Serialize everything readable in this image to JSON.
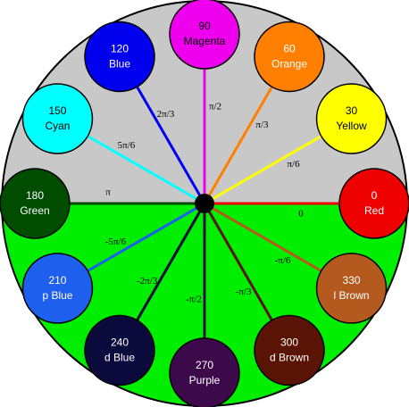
{
  "colors": {
    "upper_half": "#c8c8c8",
    "lower_half": "#00ee00",
    "outline": "#000000",
    "hub": "#000000"
  },
  "nodes": [
    {
      "key": "red",
      "number": "0",
      "name": "Red",
      "fill": "#ee0000",
      "text": "#ffffff",
      "ray": "#ee0000",
      "angle_label": "0"
    },
    {
      "key": "yellow",
      "number": "30",
      "name": "Yellow",
      "fill": "#ffff00",
      "text": "#000000",
      "ray": "#ffff00",
      "angle_label": "π/6"
    },
    {
      "key": "orange",
      "number": "60",
      "name": "Orange",
      "fill": "#ff7f00",
      "text": "#ffffff",
      "ray": "#ff7f00",
      "angle_label": "π/3"
    },
    {
      "key": "magenta",
      "number": "90",
      "name": "Magenta",
      "fill": "#ee00ee",
      "text": "#000000",
      "ray": "#ee00ee",
      "angle_label": "π/2"
    },
    {
      "key": "blue",
      "number": "120",
      "name": "Blue",
      "fill": "#0000ee",
      "text": "#ffffff",
      "ray": "#0000ee",
      "angle_label": "2π/3"
    },
    {
      "key": "cyan",
      "number": "150",
      "name": "Cyan",
      "fill": "#00ffff",
      "text": "#000000",
      "ray": "#00ffff",
      "angle_label": "5π/6"
    },
    {
      "key": "green",
      "number": "180",
      "name": "Green",
      "fill": "#004d00",
      "text": "#ffffff",
      "ray": "#004d00",
      "angle_label": "π"
    },
    {
      "key": "p-blue",
      "number": "210",
      "name": "p Blue",
      "fill": "#1e5fee",
      "text": "#ffffff",
      "ray": "#1e5fee",
      "angle_label": "-5π/6"
    },
    {
      "key": "d-blue",
      "number": "240",
      "name": "d Blue",
      "fill": "#0a0a3c",
      "text": "#ffffff",
      "ray": "#0a0a3c",
      "angle_label": "-2π/3"
    },
    {
      "key": "purple",
      "number": "270",
      "name": "Purple",
      "fill": "#3c0a4b",
      "text": "#ffffff",
      "ray": "#3c0a4b",
      "angle_label": "-π/2"
    },
    {
      "key": "d-brown",
      "number": "300",
      "name": "d Brown",
      "fill": "#5a1405",
      "text": "#ffffff",
      "ray": "#5a1405",
      "angle_label": "-π/3"
    },
    {
      "key": "l-brown",
      "number": "330",
      "name": "l Brown",
      "fill": "#b45a1e",
      "text": "#ffffff",
      "ray": "#b45a1e",
      "angle_label": "-π/6"
    }
  ]
}
